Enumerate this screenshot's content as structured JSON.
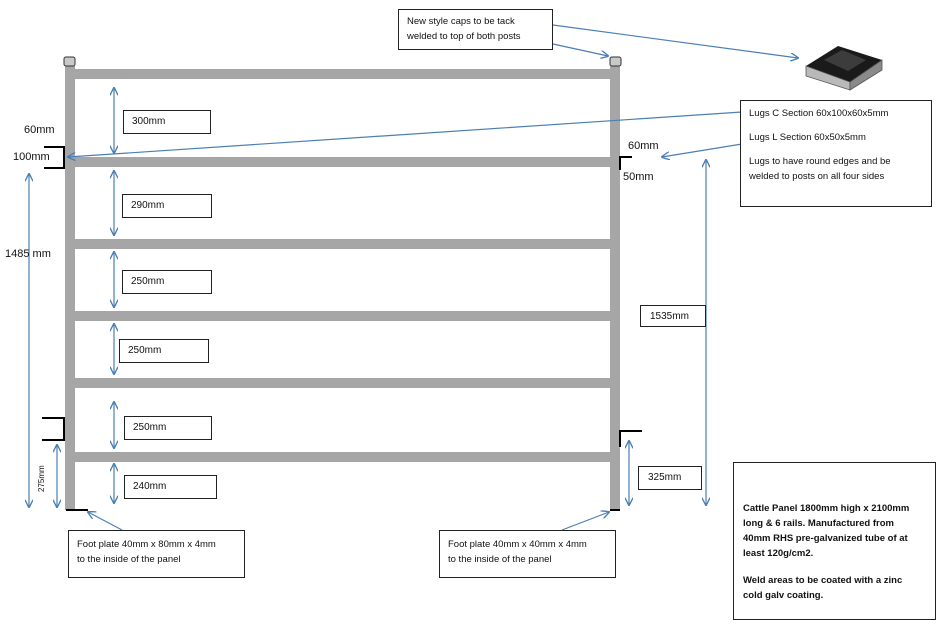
{
  "rail_dims": [
    "300mm",
    "290mm",
    "250mm",
    "250mm",
    "250mm",
    "240mm"
  ],
  "left_dims": {
    "lug_width": "60mm",
    "lug_height": "100mm",
    "overall": "1485 mm",
    "bottom_gap": "275mm"
  },
  "right_dims": {
    "lug_width": "60mm",
    "lug_height": "50mm",
    "overall": "1535mm",
    "bottom_gap": "325mm"
  },
  "caps_note": {
    "line1": "New style caps to be tack",
    "line2": "welded to top of both posts"
  },
  "lugs_note": {
    "c_section": "Lugs C Section 60x100x60x5mm",
    "l_section": "Lugs L Section 60x50x5mm",
    "edges_1": "Lugs to have round edges and be",
    "edges_2": "welded to posts on all four sides"
  },
  "foot_left": {
    "line1": "Foot plate 40mm x 80mm x 4mm",
    "line2": "to the inside of the panel"
  },
  "foot_right": {
    "line1": "Foot plate 40mm x 40mm x 4mm",
    "line2": "to the inside of the panel"
  },
  "spec_note": {
    "l1": "Cattle Panel  1800mm high x 2100mm",
    "l2": "long & 6 rails. Manufactured from",
    "l3": "40mm RHS pre-galvanized tube of at",
    "l4": "least 120g/cm2.",
    "l5": "Weld areas to be coated with a zinc",
    "l6": "cold galv coating."
  },
  "colors": {
    "tube": "#a6a6a6",
    "arrow": "#4a7fb5",
    "line": "#000000"
  }
}
